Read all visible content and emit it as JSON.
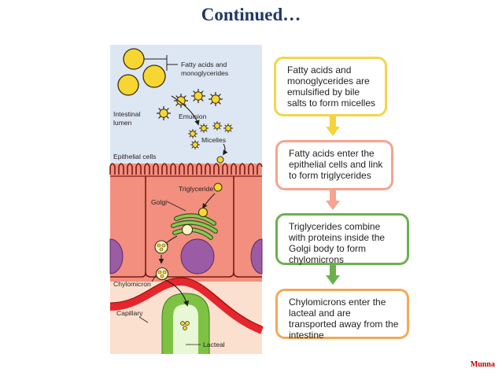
{
  "slide": {
    "title": "Continued…",
    "footer": "Munna"
  },
  "illustration": {
    "labels": {
      "fatty_acids_line1": "Fatty acids and",
      "fatty_acids_line2": "monoglycerides",
      "lumen_line1": "Intestinal",
      "lumen_line2": "lumen",
      "emulsion": "Emulsion",
      "micelles": "Micelles",
      "epithelial": "Epithelial cells",
      "triglyceride": "Triglyceride",
      "golgi": "Golgi",
      "chylomicron": "Chylomicron",
      "capillary": "Capillary",
      "lacteal": "Lacteal"
    }
  },
  "flow": {
    "steps": [
      {
        "text": "Fatty acids and monoglycerides are emulsified by bile salts to form micelles",
        "border": "#f2d649"
      },
      {
        "text": "Fatty acids enter the epithelial cells and link to form triglycerides",
        "border": "#f4a48f"
      },
      {
        "text": "Triglycerides combine with proteins inside the Golgi body to form chylomicrons",
        "border": "#6cb04e"
      },
      {
        "text": "Chylomicrons enter the lacteal and are transported away from the intestine",
        "border": "#f5a856"
      }
    ],
    "arrow_colors": [
      "#f4d43a",
      "#f4a48f",
      "#6cb04e"
    ]
  },
  "colors": {
    "title": "#1f3864",
    "lumen": "#dde7f3",
    "epithelium": "#f28f7e",
    "nucleus": "#9b5ba5",
    "blood_vessel": "#e5262d",
    "lacteal": "#7dc242",
    "globule": "#f7d633",
    "footer": "#c00000"
  }
}
